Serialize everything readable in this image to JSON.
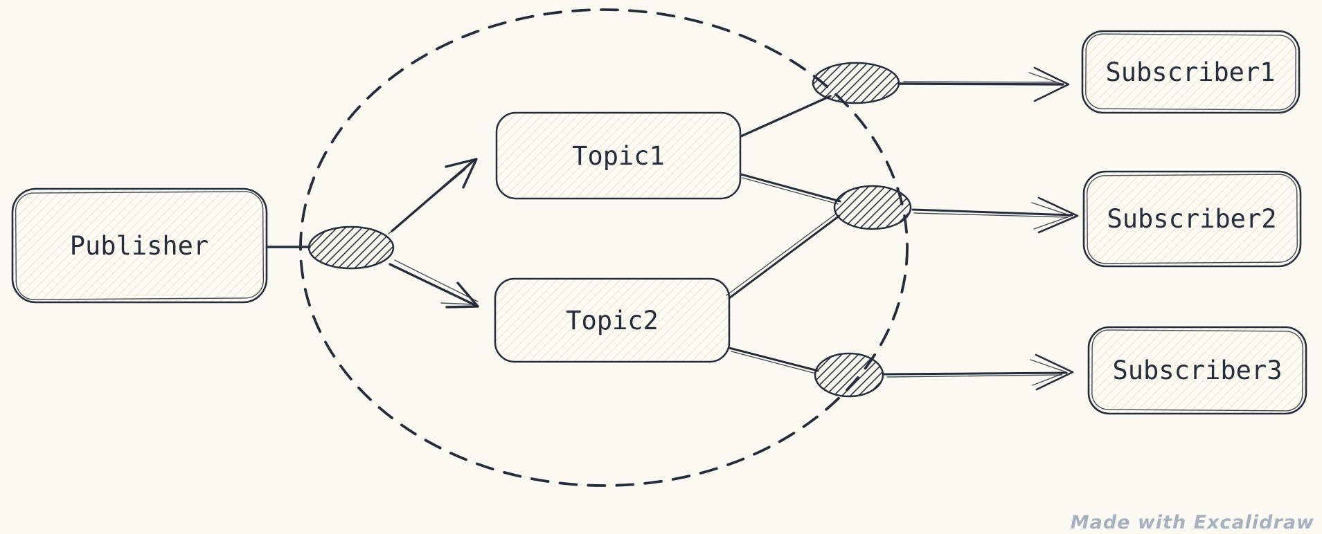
{
  "diagram": {
    "nodes": {
      "publisher": {
        "label": "Publisher",
        "role": "producer"
      },
      "topic1": {
        "label": "Topic1",
        "role": "topic"
      },
      "topic2": {
        "label": "Topic2",
        "role": "topic"
      },
      "subscriber1": {
        "label": "Subscriber1",
        "role": "consumer"
      },
      "subscriber2": {
        "label": "Subscriber2",
        "role": "consumer"
      },
      "subscriber3": {
        "label": "Subscriber3",
        "role": "consumer"
      }
    },
    "ports": [
      "publisher-port",
      "port-top",
      "port-middle",
      "port-bottom"
    ],
    "boundary": {
      "shape": "dashed-ellipse",
      "encloses": [
        "topic1",
        "topic2"
      ]
    },
    "edges": [
      {
        "from": "publisher",
        "to": "publisher-port",
        "arrow": false
      },
      {
        "from": "publisher-port",
        "to": "topic1",
        "arrow": true
      },
      {
        "from": "publisher-port",
        "to": "topic2",
        "arrow": true
      },
      {
        "from": "topic1",
        "to": "port-top",
        "arrow": false
      },
      {
        "from": "topic1",
        "to": "port-middle",
        "arrow": false
      },
      {
        "from": "topic2",
        "to": "port-middle",
        "arrow": false
      },
      {
        "from": "topic2",
        "to": "port-bottom",
        "arrow": false
      },
      {
        "from": "port-top",
        "to": "subscriber1",
        "arrow": true
      },
      {
        "from": "port-middle",
        "to": "subscriber2",
        "arrow": true
      },
      {
        "from": "port-bottom",
        "to": "subscriber3",
        "arrow": true
      }
    ],
    "watermark": "Made with Excalidraw"
  },
  "colors": {
    "ink": "#262c3b",
    "bg": "#fbfaf2",
    "watermark": "#a8b0c0",
    "box_hatch": "#f0ebdb"
  }
}
